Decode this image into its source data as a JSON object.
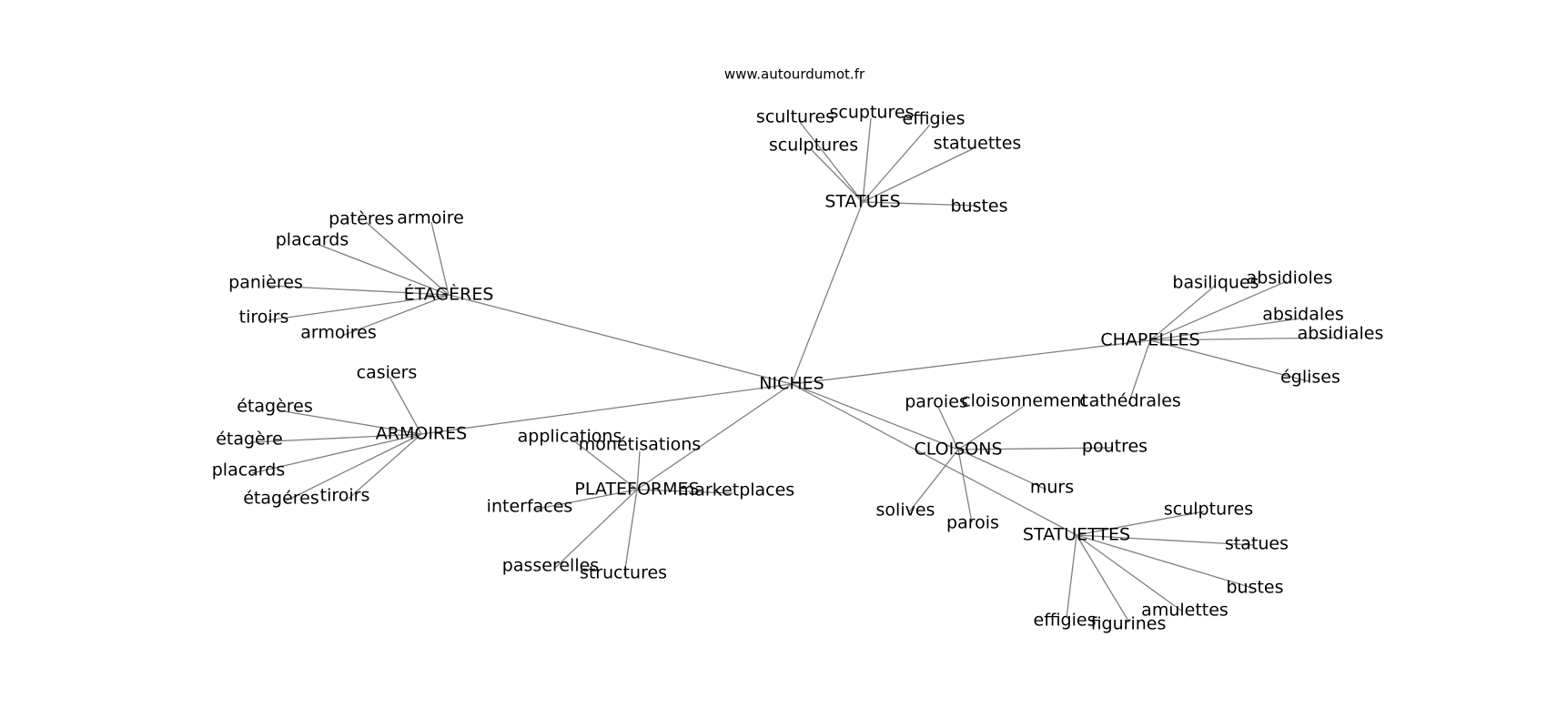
{
  "source": "www.autourdumot.fr",
  "center": "NICHES",
  "clusters": [
    {
      "hub": "STATUES",
      "words": [
        "scultures",
        "scuptures",
        "effigies",
        "sculptures",
        "statuettes",
        "bustes"
      ]
    },
    {
      "hub": "ÉTAGÈRES",
      "words": [
        "patères",
        "armoire",
        "placards",
        "panières",
        "tiroirs",
        "armoires"
      ]
    },
    {
      "hub": "CHAPELLES",
      "words": [
        "basiliques",
        "absidioles",
        "absidales",
        "absidiales",
        "églises",
        "cathédrales"
      ]
    },
    {
      "hub": "ARMOIRES",
      "words": [
        "casiers",
        "étagères",
        "étagère",
        "placards",
        "étagéres",
        "tiroirs"
      ]
    },
    {
      "hub": "PLATEFORMES",
      "words": [
        "applications",
        "monétisations",
        "marketplaces",
        "interfaces",
        "passerelles",
        "structures"
      ]
    },
    {
      "hub": "CLOISONS",
      "words": [
        "paroies",
        "cloisonnement",
        "poutres",
        "murs",
        "solives",
        "parois"
      ]
    },
    {
      "hub": "STATUETTES",
      "words": [
        "sculptures",
        "statues",
        "bustes",
        "amulettes",
        "effigies",
        "figurines"
      ]
    }
  ]
}
